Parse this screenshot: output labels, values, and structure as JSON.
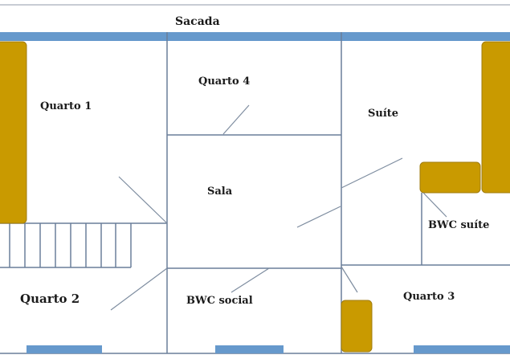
{
  "colors": {
    "wall": "#6a7f9a",
    "window": "#6699cc",
    "furniture": "#c99a00",
    "furniture_border": "#a07c10"
  },
  "rooms": {
    "sacada": "Sacada",
    "quarto1": "Quarto 1",
    "quarto4": "Quarto 4",
    "suite": "Suíte",
    "sala": "Sala",
    "bwc_suite": "BWC suíte",
    "quarto2": "Quarto 2",
    "bwc_social": "BWC social",
    "quarto3": "Quarto 3"
  }
}
